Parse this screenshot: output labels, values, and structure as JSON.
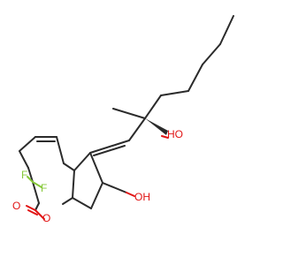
{
  "molecule": {
    "atom_labels": {
      "hydroxyl_side_chain": "HO",
      "hydroxyl_ring": "OH",
      "fluorine_upper": "F",
      "fluorine_lower": "F",
      "carbonyl_oxygen": "O",
      "ring_oxygen": "O"
    },
    "colors": {
      "bond": "#2b2b2b",
      "oxygen": "#e11414",
      "fluorine": "#86c83a",
      "background": "#ffffff"
    }
  }
}
